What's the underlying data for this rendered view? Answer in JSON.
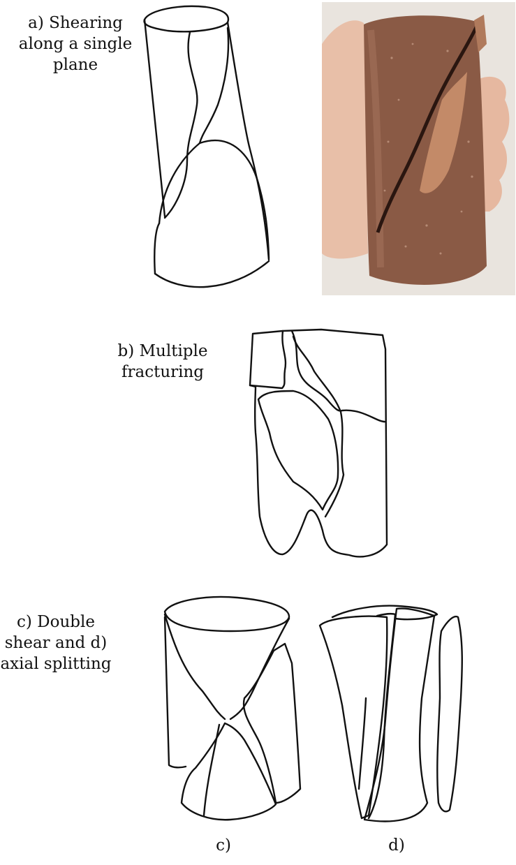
{
  "panel_a": {
    "label_lines": [
      "a) Shearing",
      "along a single",
      "plane"
    ]
  },
  "panel_b": {
    "label_lines": [
      "b) Multiple",
      "fracturing"
    ]
  },
  "panel_cd": {
    "label_lines": [
      "c) Double",
      "shear and d)",
      "axial splitting"
    ],
    "caption_c": "c)",
    "caption_d": "d)"
  },
  "colors": {
    "ink": "#111111",
    "rock_core": "#8a5a45",
    "background_photo": "#e9e4de",
    "hand": "#e8bfa8"
  }
}
